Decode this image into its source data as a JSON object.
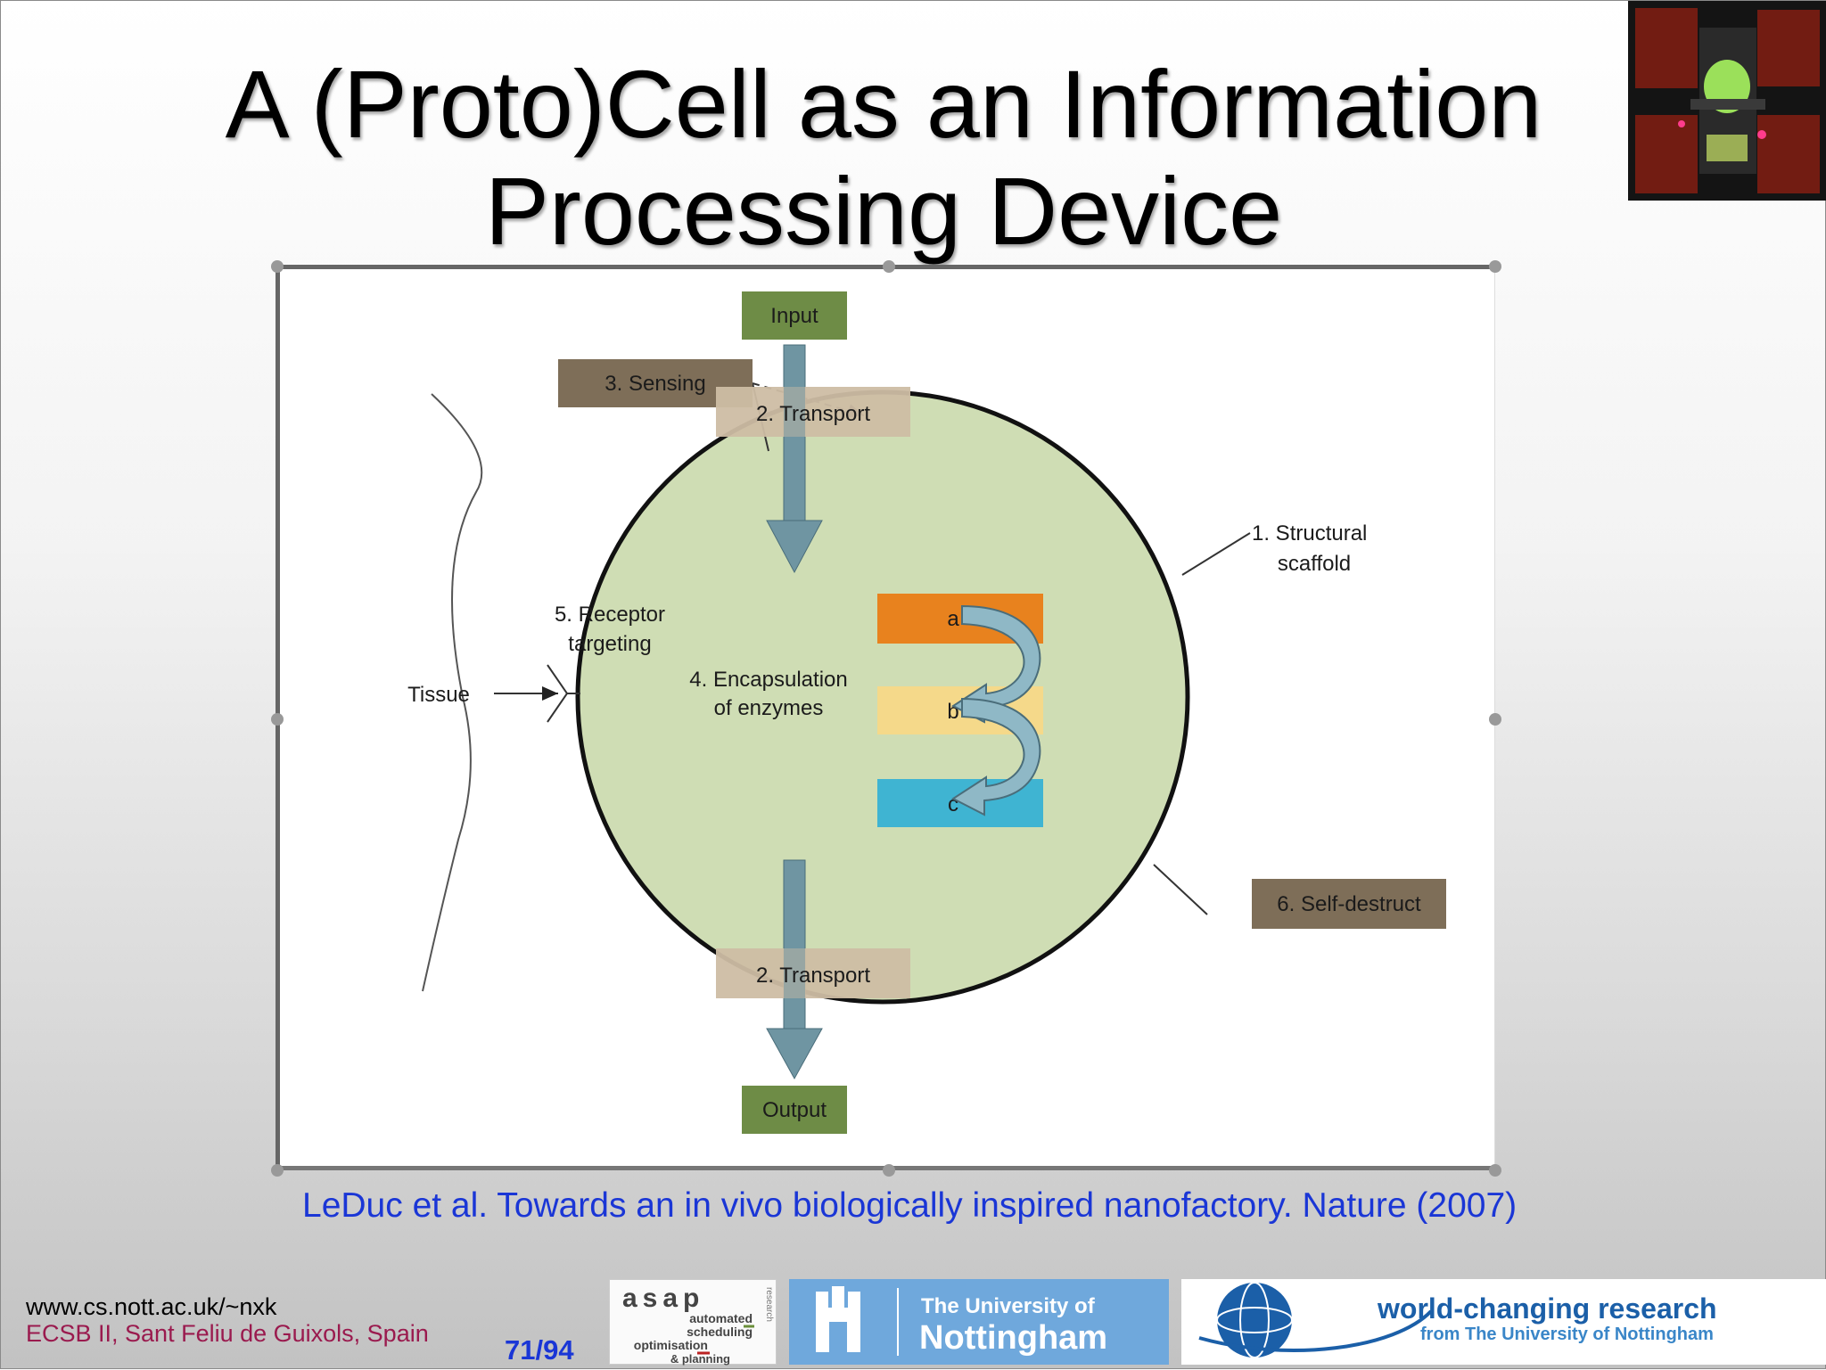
{
  "slide": {
    "title_line1": "A (Proto)Cell as an Information",
    "title_line2": "Processing Device",
    "citation": "LeDuc et al. Towards an in vivo biologically inspired nanofactory. Nature (2007)",
    "footer_url": "www.cs.nott.ac.uk/~nxk",
    "footer_venue": "ECSB II, Sant Feliu de Guixols, Spain",
    "page_number": "71/94"
  },
  "diagram": {
    "input_label": "Input",
    "output_label": "Output",
    "sensing_label": "3. Sensing",
    "transport_top_label": "2. Transport",
    "transport_bottom_label": "2. Transport",
    "scaffold_line1": "1. Structural",
    "scaffold_line2": "scaffold",
    "receptor_line1": "5. Receptor",
    "receptor_line2": "targeting",
    "tissue_label": "Tissue",
    "encapsulation_line1": "4. Encapsulation",
    "encapsulation_line2": "of enzymes",
    "enzyme_a": "a",
    "enzyme_b": "b",
    "enzyme_c": "c",
    "self_destruct_label": "6. Self-destruct",
    "colors": {
      "cell_fill": "#cfddb4",
      "io_box": "#6e8c46",
      "sensing_box": "#7e6e58",
      "transport_box": "#cdbda4",
      "enzyme_a": "#e8821e",
      "enzyme_b": "#f5d98a",
      "enzyme_c": "#3fb4d2",
      "arrow": "#6f95a2"
    }
  },
  "logos": {
    "asap_word": "asap",
    "asap_line1": "automated",
    "asap_line2": "scheduling",
    "asap_line3": "optimisation",
    "asap_line4": "& planning",
    "asap_side": "research",
    "nottingham_line1": "The University of",
    "nottingham_line2": "Nottingham",
    "world_line1": "world-changing research",
    "world_line2": "from The University of Nottingham"
  }
}
